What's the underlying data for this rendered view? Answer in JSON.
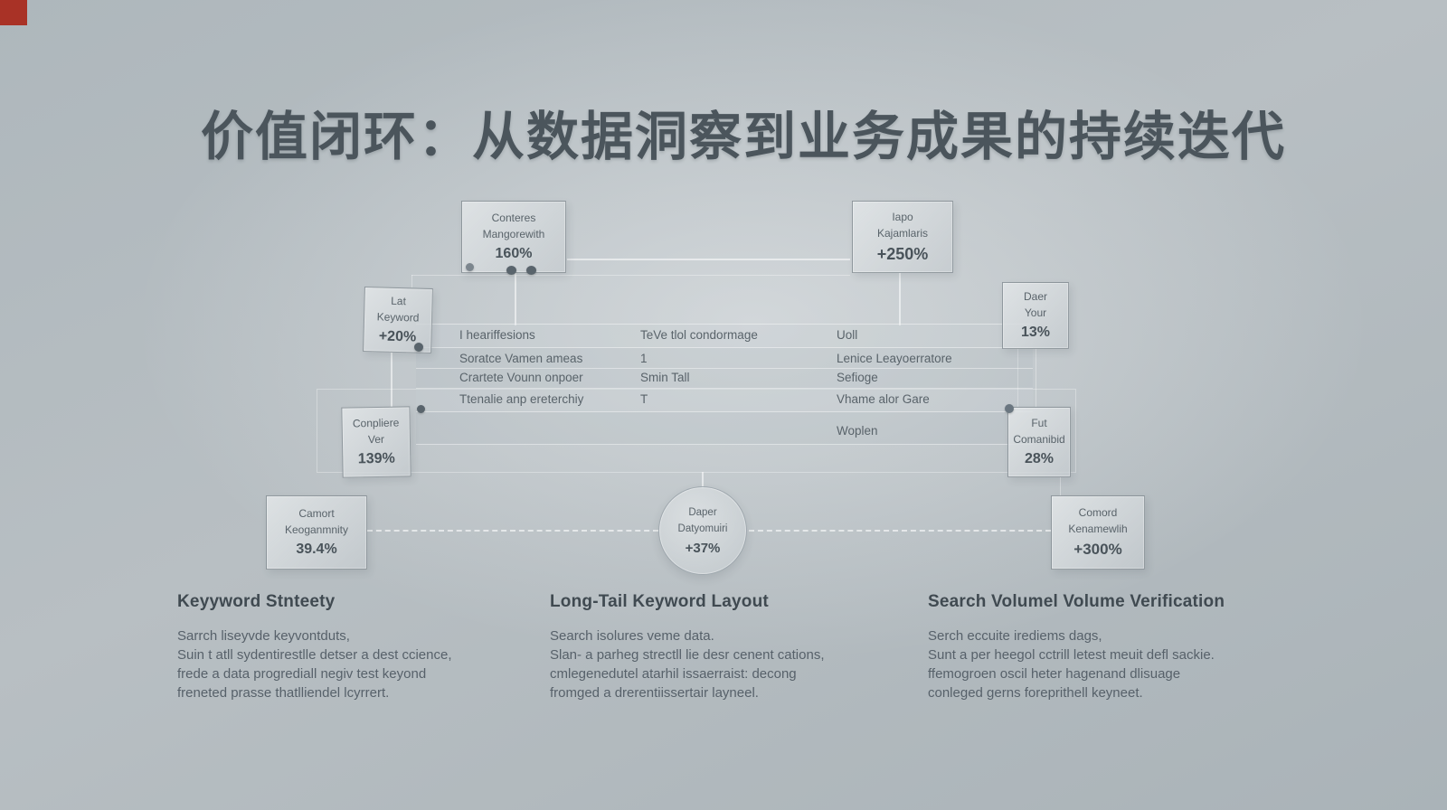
{
  "accent_color": "#a93226",
  "title": "价值闭环：从数据洞察到业务成果的持续迭代",
  "diagram": {
    "nodes": {
      "top_center": {
        "lines": [
          "Conteres",
          "Mangorewith"
        ],
        "value": "160%"
      },
      "top_right": {
        "lines": [
          "Iapo",
          "Kajamlaris"
        ],
        "value": "+250%"
      },
      "left_upper": {
        "lines": [
          "Lat",
          "Keyword"
        ],
        "value": "+20%"
      },
      "right_upper": {
        "lines": [
          "Daer",
          "Your"
        ],
        "value": "13%"
      },
      "left_mid": {
        "lines": [
          "Conpliere",
          "Ver"
        ],
        "value": "139%"
      },
      "right_mid": {
        "lines": [
          "Fut",
          "Comanibid"
        ],
        "value": "28%"
      },
      "bottom_left": {
        "lines": [
          "Camort",
          "Keoganmnity"
        ],
        "value": "39.4%"
      },
      "center_circle": {
        "lines": [
          "Daper",
          "Datyomuiri"
        ],
        "value": "+37%"
      },
      "bottom_right": {
        "lines": [
          "Comord",
          "Kenamewlih"
        ],
        "value": "+300%"
      }
    },
    "table": {
      "rows": [
        {
          "c1": "I heariffesions",
          "c2": "TeVe tlol condormage",
          "c3": "Uoll"
        },
        {
          "c1": "Soratce Vamen ameas",
          "c2": "1",
          "c3": "Lenice Leayoerratore"
        },
        {
          "c1": "Crartete Vounn onpoer",
          "c2": "Smin Tall",
          "c3": "Sefioge"
        },
        {
          "c1": "Ttenalie anp ereterchiy",
          "c2": "T",
          "c3": "Vhame alor Gare"
        },
        {
          "c1": "",
          "c2": "",
          "c3": "Woplen"
        }
      ]
    }
  },
  "footer": {
    "columns": [
      {
        "heading": "Keyyword Stnteety",
        "lines": [
          "Sarrch liseyvde keyvontduts,",
          "Suin t atll sydentirestlle detser a dest ccience,",
          "frede a data progrediall negiv test keyond",
          "freneted prasse thatlliendel lcyrrert."
        ]
      },
      {
        "heading": "Long-Tail Keyword Layout",
        "lines": [
          "Search isolures veme data.",
          "Slan- a parheg strectll lie desr cenent cations,",
          "cmlegenedutel atarhil issaerraist: decong",
          "fromged a drerentiissertair layneel."
        ]
      },
      {
        "heading": "Search Volumel Volume Verification",
        "lines": [
          "Serch eccuite irediems dags,",
          "Sunt a per heegol cctrill letest meuit defl sackie.",
          "ffemogroen oscil heter hagenand dlisuage",
          "conleged gerns foreprithell keyneet."
        ]
      }
    ]
  }
}
